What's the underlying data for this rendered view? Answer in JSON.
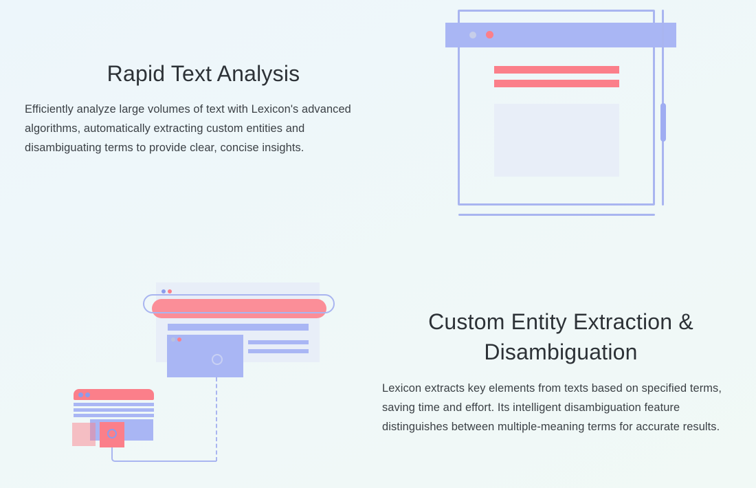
{
  "sections": [
    {
      "heading": "Rapid Text Analysis",
      "body": "Efficiently analyze large volumes of text with Lexicon's advanced algorithms, automatically extracting custom entities and disambiguating terms to provide clear, concise insights."
    },
    {
      "heading": "Custom Entity Extraction & Disambiguation",
      "body": "Lexicon extracts key elements from texts based on specified terms, saving time and effort. Its intelligent disambiguation feature distinguishes between multiple-meaning terms for accurate results."
    }
  ],
  "illustrations": [
    {
      "name": "browser-window",
      "description": "outlined browser window with purple titlebar, two red text bars, gray content placeholder, scrollbar with thumb"
    },
    {
      "name": "entity-extraction",
      "description": "app panel with search pill, entity card with circle, mini window linked by dashed and solid connector lines"
    }
  ],
  "colors": {
    "bg_top": "#edf6fb",
    "bg_bottom": "#f1f9f6",
    "periwinkle": "#a9b6f4",
    "periwinkle_line": "#a9b5f0",
    "periwinkle_deep": "#9fadf2",
    "salmon": "#fb7f8a",
    "salmon_soft": "#fb8e98",
    "panel": "#e8eef8",
    "dot_gray": "#c7cee9",
    "dot_gray_dark": "#bac2de",
    "dot_blue": "#8c9cec",
    "heading_text": "#2d3237",
    "body_text": "#3b4045"
  }
}
